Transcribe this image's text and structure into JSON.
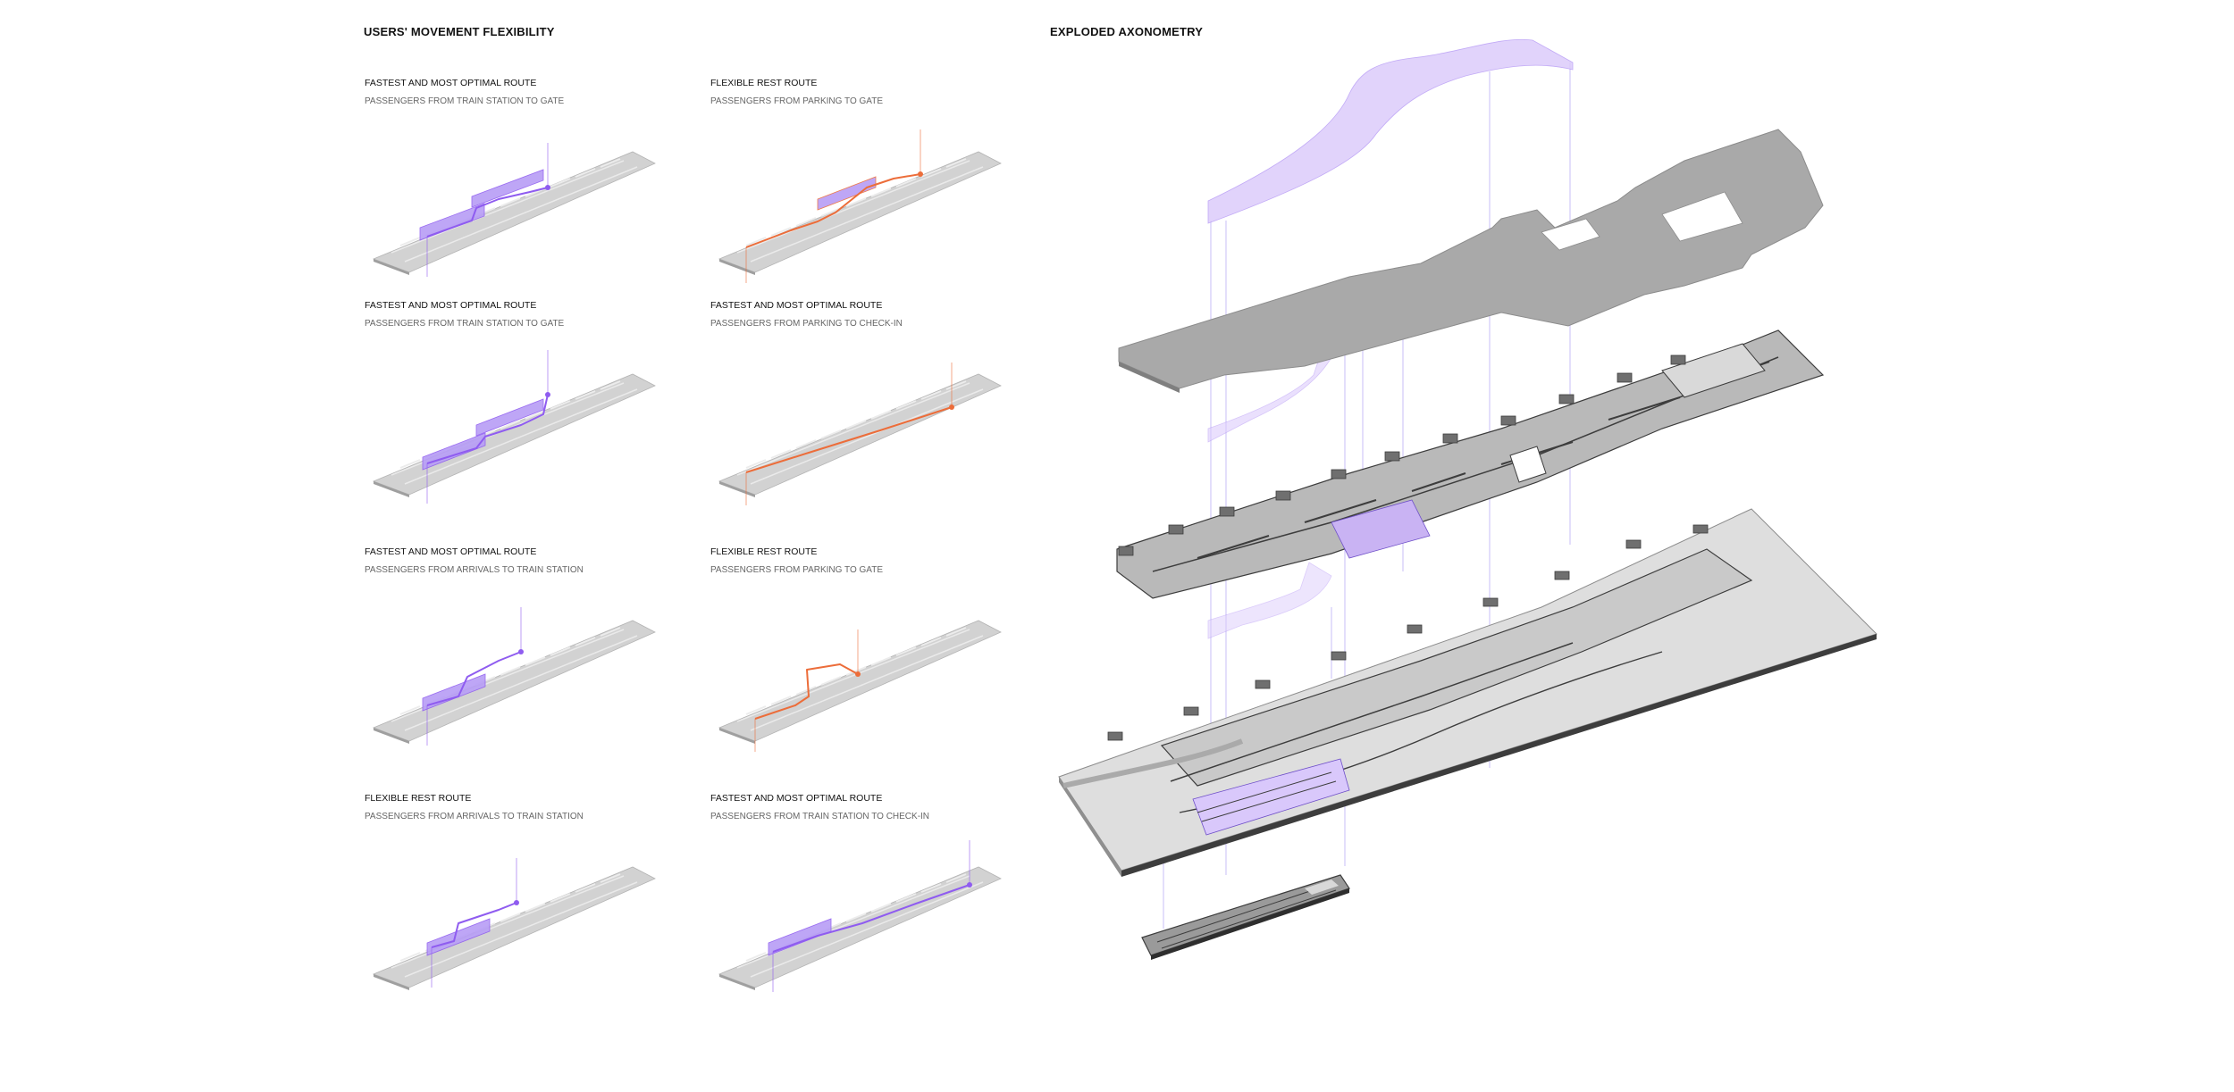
{
  "headings": {
    "left": "USERS' MOVEMENT FLEXIBILITY",
    "right": "EXPLODED AXONOMETRY"
  },
  "panels": [
    {
      "route": "FASTEST AND MOST OPTIMAL ROUTE",
      "desc": "PASSENGERS FROM TRAIN STATION TO GATE"
    },
    {
      "route": "FLEXIBLE REST ROUTE",
      "desc": "PASSENGERS FROM PARKING TO GATE"
    },
    {
      "route": "FASTEST AND MOST OPTIMAL ROUTE",
      "desc": "PASSENGERS FROM TRAIN STATION TO GATE"
    },
    {
      "route": "FASTEST AND MOST OPTIMAL ROUTE",
      "desc": "PASSENGERS FROM PARKING TO CHECK-IN"
    },
    {
      "route": "FASTEST AND MOST OPTIMAL ROUTE",
      "desc": "PASSENGERS FROM ARRIVALS TO TRAIN STATION"
    },
    {
      "route": "FLEXIBLE REST ROUTE",
      "desc": "PASSENGERS FROM PARKING TO GATE"
    },
    {
      "route": "FLEXIBLE REST ROUTE",
      "desc": "PASSENGERS FROM ARRIVALS TO TRAIN STATION"
    },
    {
      "route": "FASTEST AND MOST OPTIMAL ROUTE",
      "desc": "PASSENGERS FROM TRAIN STATION TO CHECK-IN"
    }
  ],
  "colors": {
    "plan_fill": "#d2d2d2",
    "plan_edge": "#b4b4b4",
    "route_purple": "#8f5cf0",
    "route_orange": "#ec6d3a",
    "layer_gray": "#a9a9a9",
    "layer_dark": "#3d3d3d",
    "lavender": "#d9c8fb"
  }
}
